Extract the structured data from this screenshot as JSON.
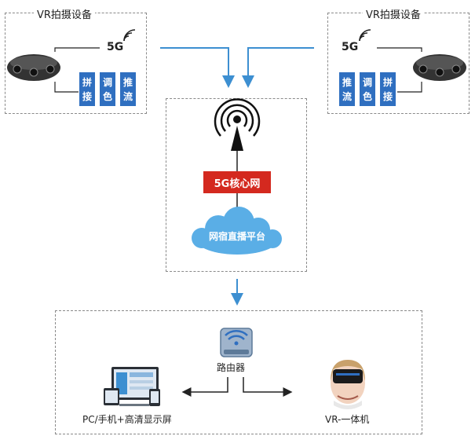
{
  "capture_left": {
    "title": "VR拍摄设备",
    "network": "5G",
    "buttons": [
      {
        "top": "拼",
        "bottom": "接"
      },
      {
        "top": "调",
        "bottom": "色"
      },
      {
        "top": "推",
        "bottom": "流"
      }
    ]
  },
  "capture_right": {
    "title": "VR拍摄设备",
    "network": "5G",
    "buttons": [
      {
        "top": "推",
        "bottom": "流"
      },
      {
        "top": "调",
        "bottom": "色"
      },
      {
        "top": "拼",
        "bottom": "接"
      }
    ]
  },
  "core": {
    "label": "5G核心网",
    "platform": "网宿直播平台"
  },
  "access": {
    "router": "路由器",
    "pc": "PC/手机+高清显示屏",
    "vr": "VR-一体机"
  },
  "colors": {
    "arrow": "#3d8fd1",
    "core_box": "#d4291f",
    "cloud": "#5aaee6",
    "button": "#2f6fc0"
  }
}
